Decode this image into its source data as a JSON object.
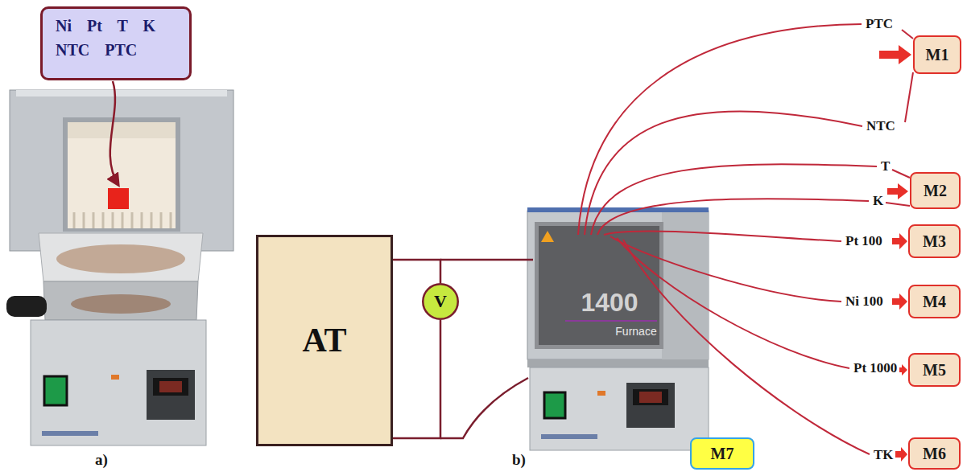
{
  "diagram": {
    "nodes": [
      {
        "text": [
          "Ni Pt T K",
          "NTC PTC"
        ]
      },
      {
        "text": [
          "AT"
        ]
      },
      {
        "text": [
          "V"
        ]
      },
      {
        "text": [
          "M1"
        ]
      },
      {
        "text": [
          "M2"
        ]
      },
      {
        "text": [
          "M3"
        ]
      },
      {
        "text": [
          "M4"
        ]
      },
      {
        "text": [
          "M5"
        ]
      },
      {
        "text": [
          "M6"
        ]
      },
      {
        "text": [
          "M7"
        ]
      }
    ],
    "edges": [
      {
        "from": 1,
        "to": 2,
        "arrow": "none"
      },
      {
        "from": 1,
        "to": 2,
        "arrow": "none"
      }
    ],
    "labels": [
      "PTC",
      "NTC",
      "T",
      "K",
      "Pt 100",
      "Ni 100",
      "Pt 1000",
      "TK",
      "1400",
      "Furnace",
      "a)",
      "b)"
    ]
  }
}
